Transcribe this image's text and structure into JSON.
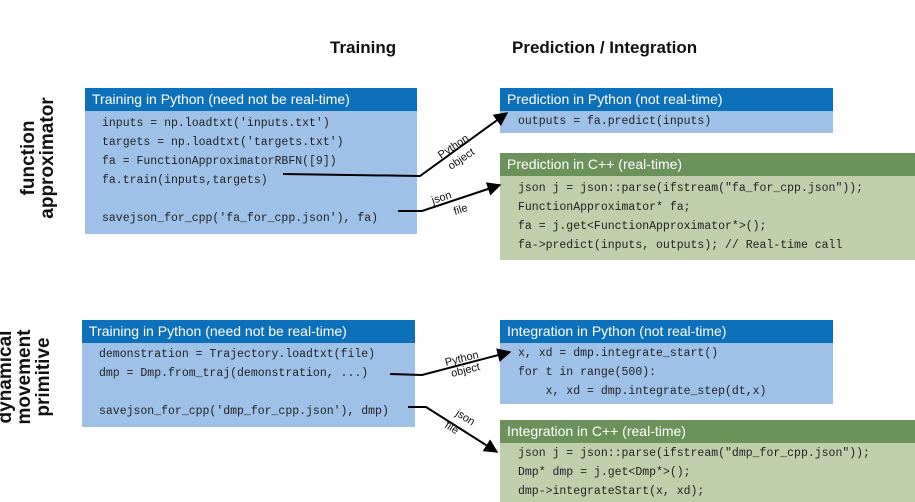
{
  "columns": {
    "training": "Training",
    "prediction": "Prediction / Integration"
  },
  "rows": {
    "fa": [
      "function",
      "approximator"
    ],
    "dmp": [
      "dynamical",
      "movement",
      "primitive"
    ]
  },
  "fa_train": {
    "title": "Training in Python (need not be real-time)",
    "lines": [
      "inputs = np.loadtxt('inputs.txt')",
      "targets = np.loadtxt('targets.txt')",
      "fa = FunctionApproximatorRBFN([9])",
      "fa.train(inputs,targets)",
      "",
      "savejson_for_cpp('fa_for_cpp.json'), fa)"
    ]
  },
  "fa_pred_py": {
    "title": "Prediction in Python (not real-time)",
    "lines": [
      "outputs = fa.predict(inputs)"
    ]
  },
  "fa_pred_cpp": {
    "title": "Prediction in C++ (real-time)",
    "lines": [
      "json j = json::parse(ifstream(\"fa_for_cpp.json\"));",
      "FunctionApproximator* fa;",
      "fa = j.get<FunctionApproximator*>();",
      "fa->predict(inputs, outputs); // Real-time call"
    ]
  },
  "dmp_train": {
    "title": "Training in Python (need not be real-time)",
    "lines": [
      "demonstration = Trajectory.loadtxt(file)",
      "dmp = Dmp.from_traj(demonstration, ...)",
      "",
      "savejson_for_cpp('dmp_for_cpp.json'), dmp)"
    ]
  },
  "dmp_int_py": {
    "title": "Integration in Python (not real-time)",
    "lines": [
      "x, xd = dmp.integrate_start()",
      "for t in range(500):",
      "    x, xd = dmp.integrate_step(dt,x)"
    ]
  },
  "dmp_int_cpp": {
    "title": "Integration in C++ (real-time)",
    "lines": [
      "json j = json::parse(ifstream(\"dmp_for_cpp.json\"));",
      "Dmp* dmp = j.get<Dmp*>();",
      "dmp->integrateStart(x, xd);"
    ]
  },
  "arrow_labels": {
    "python_object": [
      "Python",
      "object"
    ],
    "json_file": [
      "json",
      "file"
    ]
  },
  "colors": {
    "blue_header": "#0d70ba",
    "blue_body": "#9fc1e8",
    "green_header": "#6b925a",
    "green_body": "#bfcfac"
  }
}
